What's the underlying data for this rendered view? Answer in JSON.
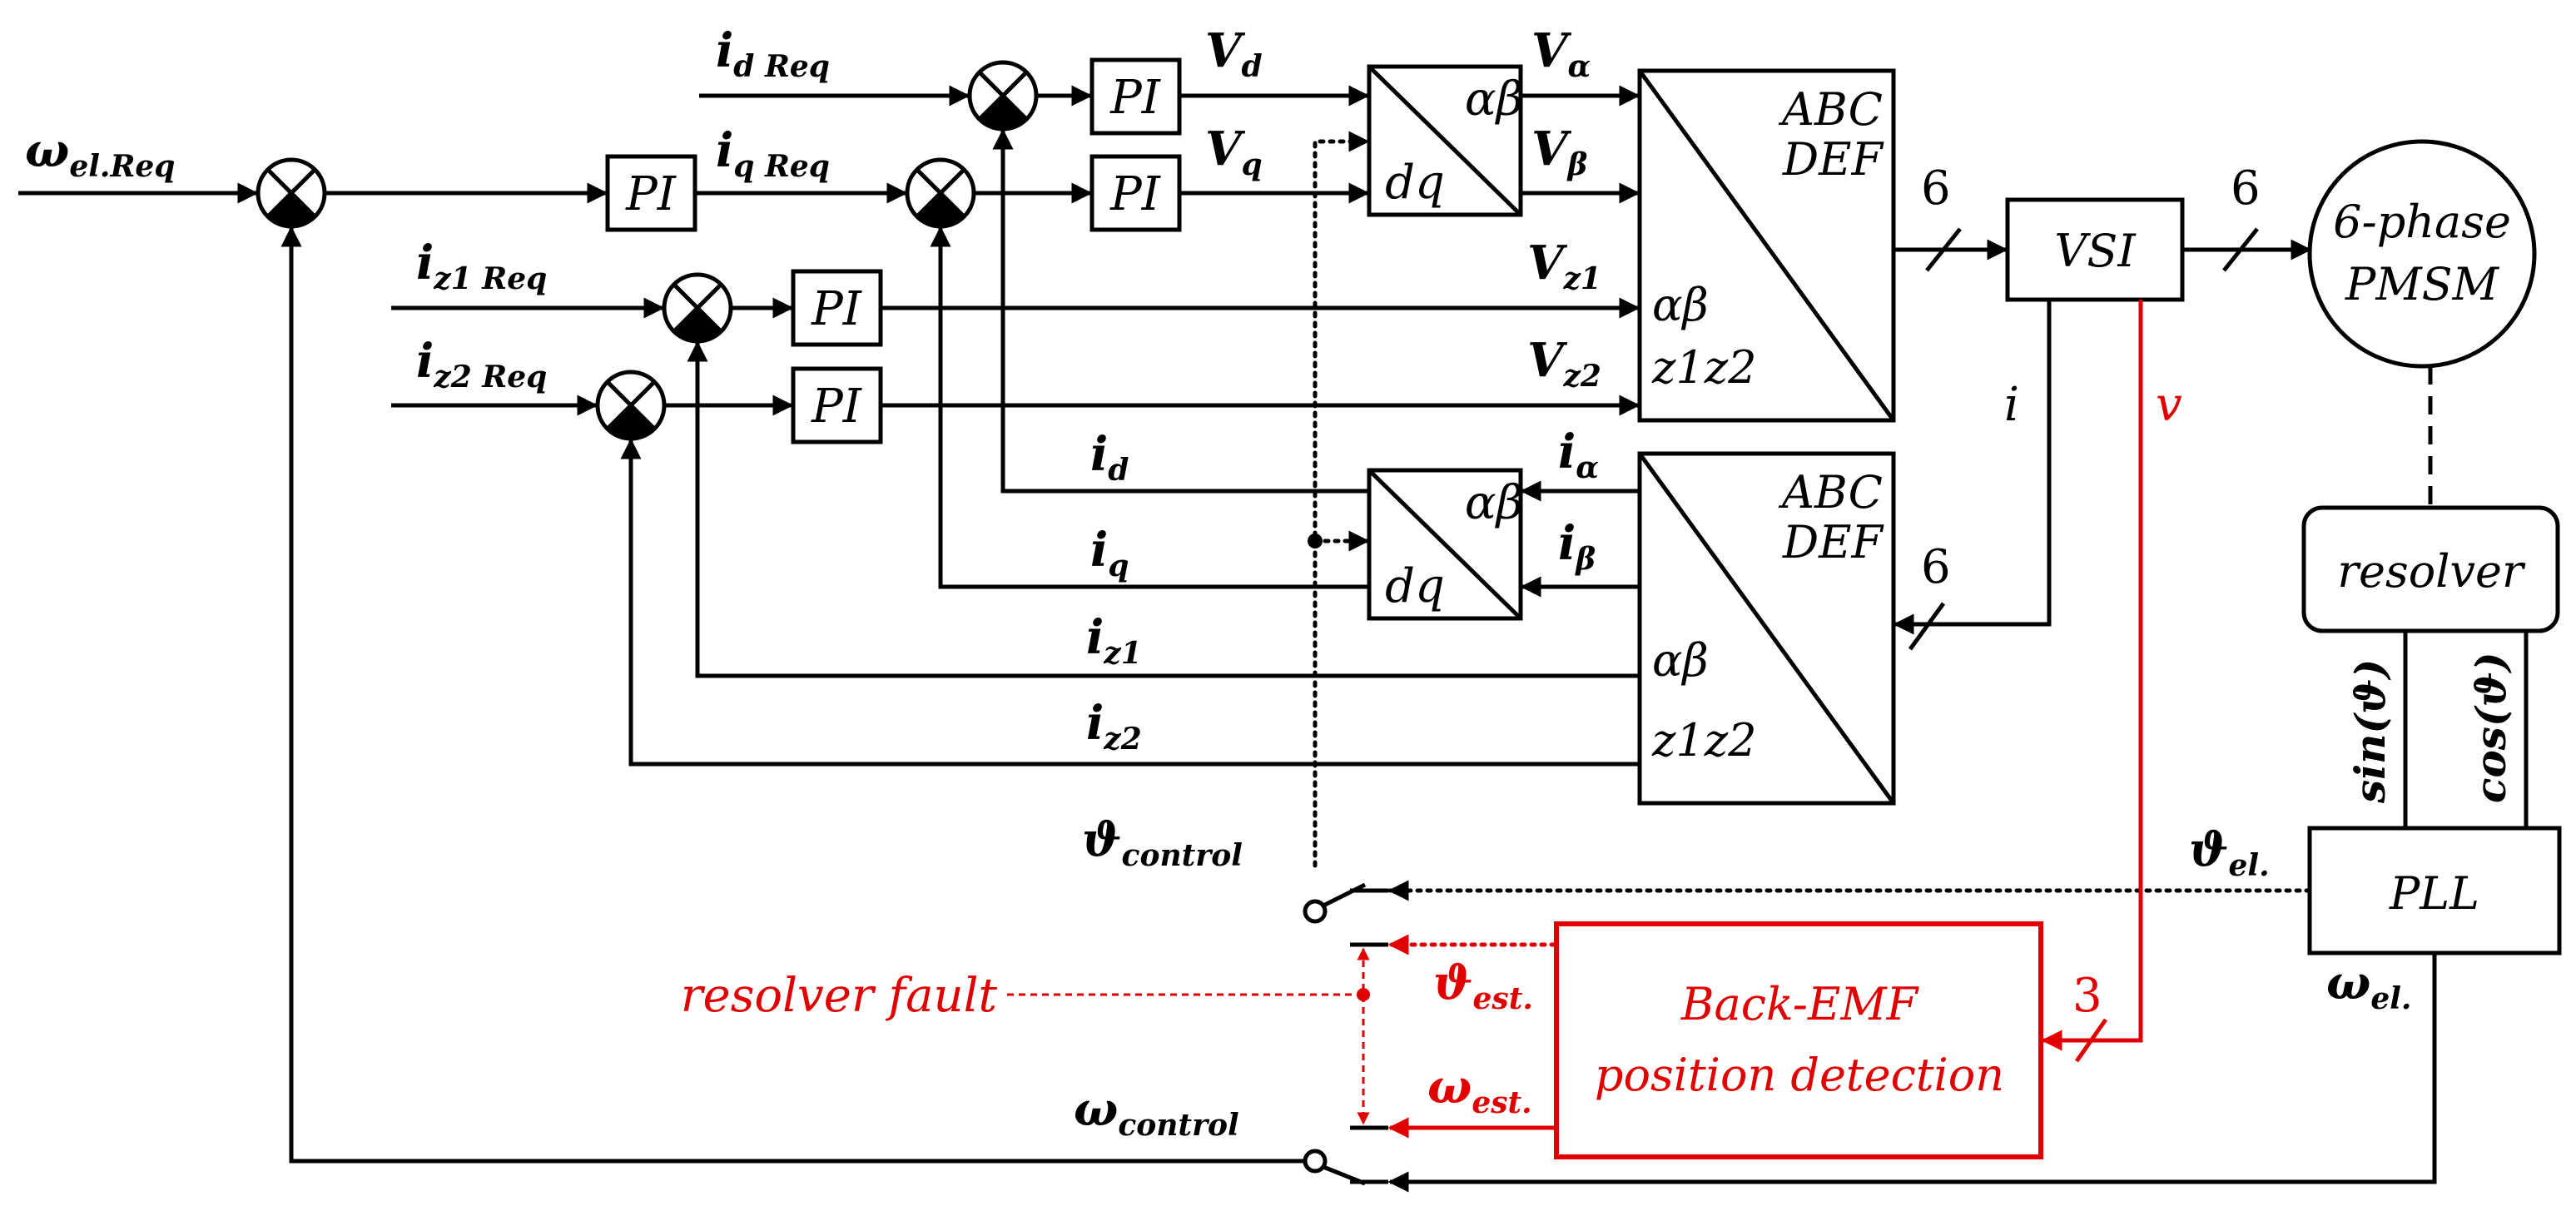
{
  "inputs": {
    "omega_el_req": {
      "sym": "ω",
      "sub": "el.Req"
    },
    "id_req": {
      "sym": "i",
      "sub": "d Req"
    },
    "iq_req": {
      "sym": "i",
      "sub": "q Req"
    },
    "iz1_req": {
      "sym": "i",
      "sub": "z1 Req"
    },
    "iz2_req": {
      "sym": "i",
      "sub": "z2 Req"
    }
  },
  "controller_label": "PI",
  "voltages": {
    "vd": {
      "sym": "V",
      "sub": "d"
    },
    "vq": {
      "sym": "V",
      "sub": "q"
    },
    "valpha": {
      "sym": "V",
      "sub": "α"
    },
    "vbeta": {
      "sym": "V",
      "sub": "β"
    },
    "vz1": {
      "sym": "V",
      "sub": "z1"
    },
    "vz2": {
      "sym": "V",
      "sub": "z2"
    }
  },
  "transforms": {
    "top_right": "αβ",
    "bottom_left": "dq",
    "abc_line1": "ABC",
    "abc_line2": "DEF",
    "ab": "αβ",
    "z1z2": "z1z2"
  },
  "currents_fb": {
    "id": {
      "sym": "i",
      "sub": "d"
    },
    "iq": {
      "sym": "i",
      "sub": "q"
    },
    "ialpha": {
      "sym": "i",
      "sub": "α"
    },
    "ibeta": {
      "sym": "i",
      "sub": "β"
    },
    "iz1": {
      "sym": "i",
      "sub": "z1"
    },
    "iz2": {
      "sym": "i",
      "sub": "z2"
    }
  },
  "bus_count_6": "6",
  "bus_count_3": "3",
  "vsi": "VSI",
  "motor": {
    "line1": "6-phase",
    "line2": "PMSM"
  },
  "resolver": "resolver",
  "sin_label": "sin(ϑ)",
  "cos_label": "cos(ϑ)",
  "pll": "PLL",
  "current_i": "i",
  "voltage_v": "v",
  "theta_el": {
    "sym": "ϑ",
    "sub": "el."
  },
  "omega_el": {
    "sym": "ω",
    "sub": "el."
  },
  "theta_control": {
    "sym": "ϑ",
    "sub": "control"
  },
  "omega_control": {
    "sym": "ω",
    "sub": "control"
  },
  "theta_est": {
    "sym": "ϑ",
    "sub": "est."
  },
  "omega_est": {
    "sym": "ω",
    "sub": "est."
  },
  "fault_label": "resolver fault",
  "backemf": {
    "line1": "Back-EMF",
    "line2": "position detection"
  },
  "colors": {
    "wire": "#000000",
    "fault_path": "#e00000",
    "background": "#ffffff"
  }
}
